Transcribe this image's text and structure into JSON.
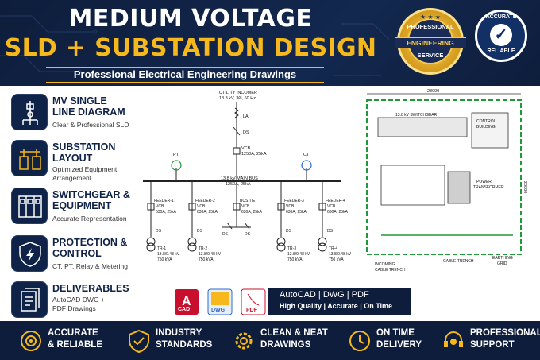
{
  "header": {
    "title_line1": "MEDIUM VOLTAGE",
    "title_line2": "SLD + SUBSTATION DESIGN",
    "subtitle": "Professional Electrical Engineering Drawings"
  },
  "badges": {
    "gold": {
      "stars": "★ ★ ★",
      "line1": "PROFESSIONAL",
      "line2": "ENGINEERING",
      "line3": "SERVICE"
    },
    "blue": {
      "top": "ACCURATE",
      "bottom": "RELIABLE",
      "check": "✓"
    }
  },
  "features": [
    {
      "title_1": "MV SINGLE",
      "title_2": "LINE DIAGRAM",
      "desc_1": "Clear & Professional SLD",
      "desc_2": "",
      "icon": "sld-diagram-icon"
    },
    {
      "title_1": "SUBSTATION",
      "title_2": "LAYOUT",
      "desc_1": "Optimized Equipment",
      "desc_2": "Arrangement",
      "icon": "substation-icon"
    },
    {
      "title_1": "SWITCHGEAR &",
      "title_2": "EQUIPMENT",
      "desc_1": "Accurate Representation",
      "desc_2": "",
      "icon": "switchgear-icon"
    },
    {
      "title_1": "PROTECTION &",
      "title_2": "CONTROL",
      "desc_1": "CT, PT, Relay & Metering",
      "desc_2": "",
      "icon": "shield-lightning-icon"
    },
    {
      "title_1": "DELIVERABLES",
      "title_2": "",
      "desc_1": "AutoCAD DWG +",
      "desc_2": "PDF Drawings",
      "icon": "documents-icon"
    }
  ],
  "sld": {
    "incomer": "UTILITY INCOMER",
    "incomer_rating": "13.8 kV, 3Ø, 60 Hz",
    "la": "LA",
    "ds_main": "DS",
    "vcb_main": "VCB",
    "vcb_main_rating": "1250A, 25kA",
    "pt": "PT",
    "ct": "CT",
    "bus": "13.8 kV MAIN BUS",
    "bus_rating": "1250A, 25kA",
    "feeders": [
      {
        "name": "FEEDER-1",
        "vcb": "VCB",
        "rating": "630A, 25kA",
        "ds": "DS",
        "tr": "TR-1",
        "tr_volt": "13.8/0.48 kV",
        "tr_kva": "750 kVA"
      },
      {
        "name": "FEEDER-2",
        "vcb": "VCB",
        "rating": "630A, 25kA",
        "ds": "DS",
        "tr": "TR-2",
        "tr_volt": "13.8/0.48 kV",
        "tr_kva": "750 kVA"
      },
      {
        "name": "FEEDER-3",
        "vcb": "VCB",
        "rating": "630A, 25kA",
        "ds": "DS",
        "tr": "TR-3",
        "tr_volt": "13.8/0.48 kV",
        "tr_kva": "750 kVA"
      },
      {
        "name": "FEEDER-4",
        "vcb": "VCB",
        "rating": "630A, 25kA",
        "ds": "DS",
        "tr": "TR-4",
        "tr_volt": "13.8/0.48 kV",
        "tr_kva": "750 kVA"
      }
    ],
    "bustie": {
      "name": "BUS TIE",
      "vcb": "VCB",
      "rating": "630A, 25kA",
      "ds1": "DS",
      "ds2": "DS"
    }
  },
  "layout": {
    "width_dim": "28000",
    "height_dim": "20000",
    "switchgear": "13.8 kV SWITCHGEAR",
    "control_building_1": "CONTROL",
    "control_building_2": "BUILDING",
    "power_tr_1": "POWER",
    "power_tr_2": "TRANSFORMER",
    "incoming_1": "INCOMING",
    "incoming_2": "CABLE TRENCH",
    "cable_trench": "CABLE TRENCH",
    "earthing_1": "EARTHING",
    "earthing_2": "GRID"
  },
  "software": {
    "cad_label": "CAD",
    "dwg_label": "DWG",
    "pdf_label": "PDF",
    "line1": "AutoCAD | DWG | PDF",
    "line2": "High Quality | Accurate | On Time"
  },
  "footer": [
    {
      "l1": "ACCURATE",
      "l2": "& RELIABLE",
      "icon": "target-icon"
    },
    {
      "l1": "INDUSTRY",
      "l2": "STANDARDS",
      "icon": "shield-check-icon"
    },
    {
      "l1": "CLEAN & NEAT",
      "l2": "DRAWINGS",
      "icon": "gear-icon"
    },
    {
      "l1": "ON TIME",
      "l2": "DELIVERY",
      "icon": "clock-icon"
    },
    {
      "l1": "PROFESSIONAL",
      "l2": "SUPPORT",
      "icon": "headset-icon"
    }
  ],
  "colors": {
    "navy": "#0e1d3b",
    "gold": "#f6b81a",
    "white": "#ffffff",
    "green": "#1e9a3a",
    "red": "#c8102e"
  }
}
